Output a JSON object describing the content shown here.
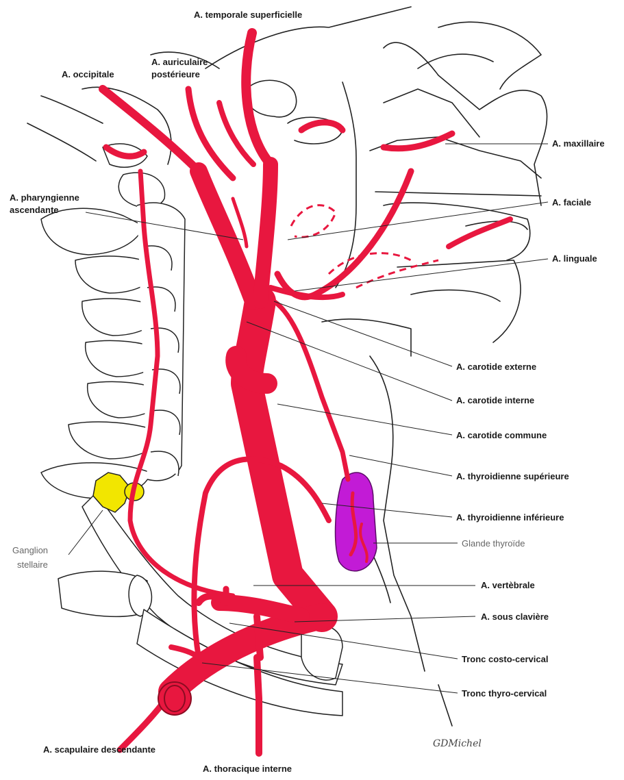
{
  "labels": {
    "temporale": "A. temporale superficielle",
    "occipitale": "A. occipitale",
    "auriculaire_l1": "A. auriculaire",
    "auriculaire_l2": "postérieure",
    "maxillaire": "A. maxillaire",
    "pharyngienne_l1": "A. pharyngienne",
    "pharyngienne_l2": "ascendante",
    "faciale": "A. faciale",
    "linguale": "A. linguale",
    "carotide_externe": "A. carotide externe",
    "carotide_interne": "A. carotide interne",
    "carotide_commune": "A. carotide commune",
    "thyro_sup": "A. thyroidienne supérieure",
    "thyro_inf": "A. thyroidienne inférieure",
    "glande": "Glande thyroïde",
    "ganglion_l1": "Ganglion",
    "ganglion_l2": "stellaire",
    "vertebrale": "A. vertèbrale",
    "sous_claviere": "A. sous clavière",
    "costo": "Tronc costo-cervical",
    "thyrocerv": "Tronc thyro-cervical",
    "scapulaire": "A. scapulaire descendante",
    "thoracique": "A. thoracique interne",
    "signature": "GDMichel"
  },
  "colors": {
    "artery": "#e8173f",
    "artery_outline": "#8a0c22",
    "gland": "#c21bd6",
    "ganglion": "#f2e600",
    "ink": "#222222"
  }
}
